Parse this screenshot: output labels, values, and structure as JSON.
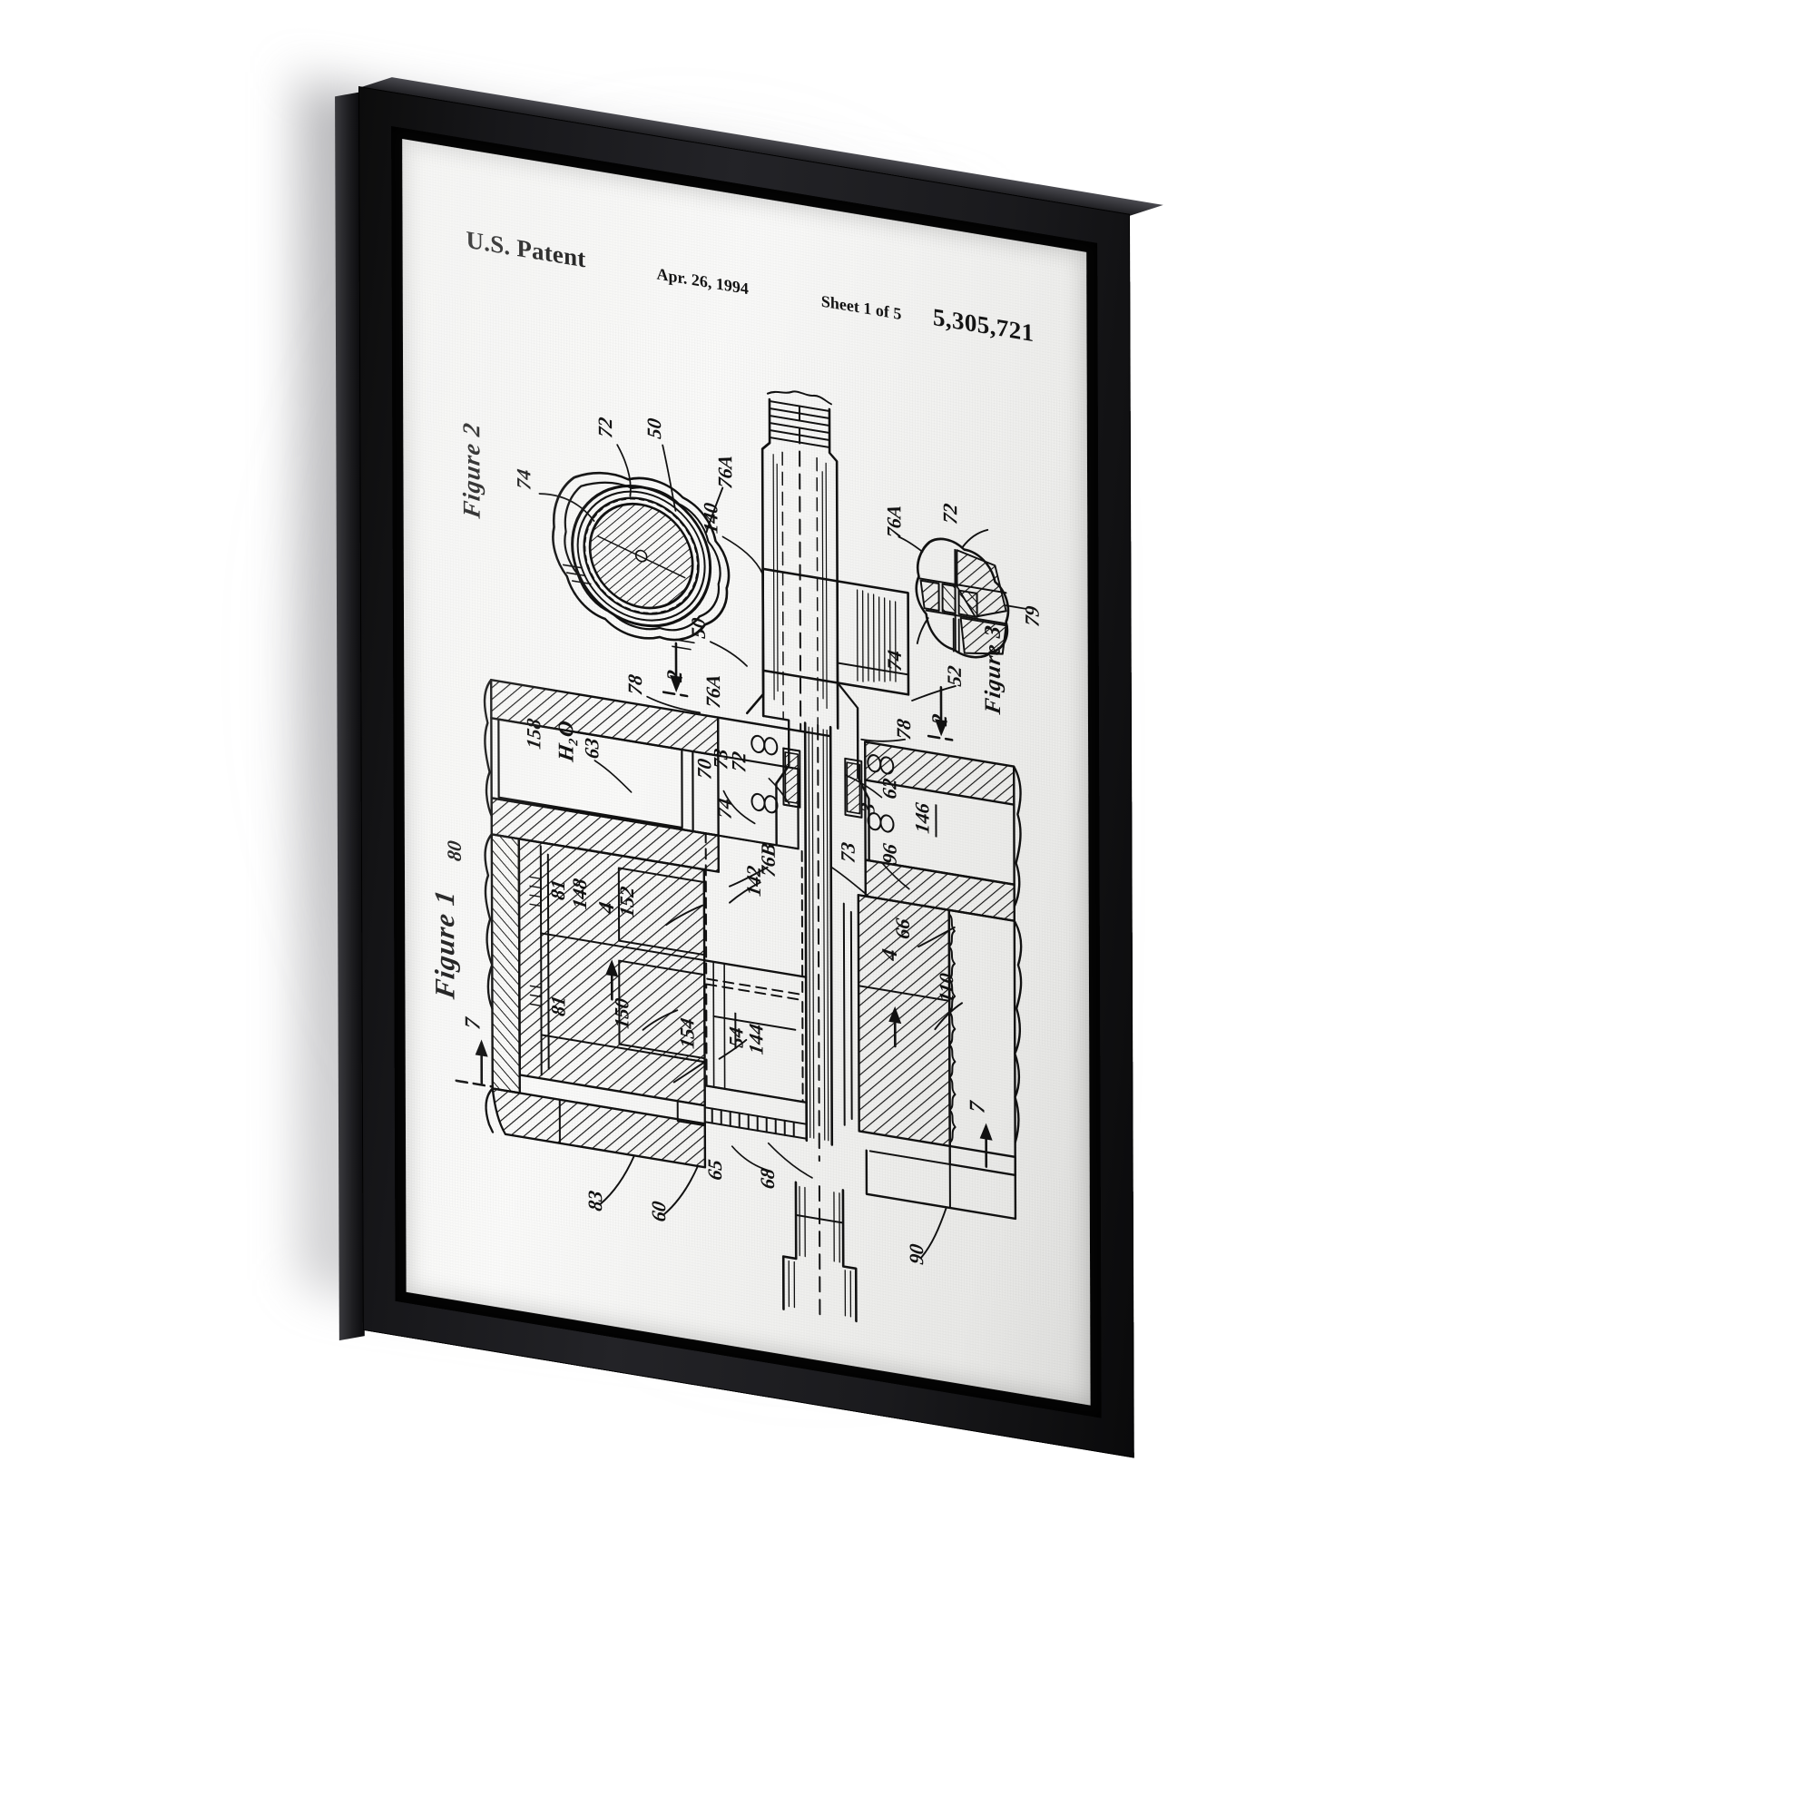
{
  "artwork": {
    "kind": "framed-canvas-print",
    "frame_color": "#121214",
    "canvas_color": "#f6f6f4",
    "ink_color": "#111111"
  },
  "header": {
    "title": "U.S. Patent",
    "date": "Apr. 26, 1994",
    "sheet": "Sheet 1 of 5",
    "patent_number": "5,305,721"
  },
  "figures": [
    {
      "id": "figure-1",
      "label": "Figure 1"
    },
    {
      "id": "figure-2",
      "label": "Figure 2"
    },
    {
      "id": "figure-3",
      "label": "Figure 3"
    }
  ],
  "figure2_callouts": [
    "74",
    "72",
    "50",
    "76A"
  ],
  "figure3_callouts": [
    "76A",
    "72",
    "79",
    "74"
  ],
  "figure1_callouts": {
    "top": [
      "140",
      "50",
      "52",
      "2",
      "2",
      "78",
      "78",
      "76A"
    ],
    "left": [
      "158",
      "H₂O",
      "63",
      "70",
      "73",
      "72",
      "74",
      "76B",
      "80",
      "81",
      "81",
      "148",
      "4",
      "152",
      "150",
      "154",
      "7",
      "83",
      "60",
      "65",
      "68"
    ],
    "center": [
      "142",
      "54",
      "144"
    ],
    "right": [
      "62",
      "3",
      "96",
      "146",
      "73",
      "66",
      "110",
      "4",
      "7",
      "90"
    ]
  },
  "callout_text": {
    "c140": "140",
    "c50a": "50",
    "c52": "52",
    "c2a": "2",
    "c2b": "2",
    "c78a": "78",
    "c78b": "78",
    "c76A_main": "76A",
    "c158": "158",
    "cH2O": "H₂O",
    "c63": "63",
    "c70": "70",
    "c73a": "73",
    "c72a": "72",
    "c74a": "74",
    "c76B": "76B",
    "c80": "80",
    "c81a": "81",
    "c81b": "81",
    "c148": "148",
    "c4a": "4",
    "c152": "152",
    "c150": "150",
    "c154": "154",
    "c7a": "7",
    "c7b": "7",
    "c83": "83",
    "c60": "60",
    "c65": "65",
    "c68": "68",
    "c142": "142",
    "c54": "54",
    "c144": "144",
    "c62": "62",
    "c3": "3",
    "c96": "96",
    "c146": "146",
    "c73b": "73",
    "c66": "66",
    "c110": "110",
    "c4b": "4",
    "c90": "90",
    "f2_74": "74",
    "f2_72": "72",
    "f2_50": "50",
    "f2_76A": "76A",
    "f3_76A": "76A",
    "f3_72": "72",
    "f3_79": "79",
    "f3_74": "74"
  }
}
